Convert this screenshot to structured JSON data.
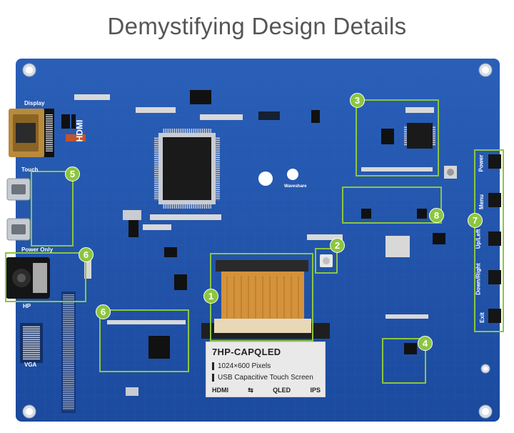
{
  "page": {
    "title": "Demystifying Design Details"
  },
  "board": {
    "port_labels": {
      "display": "Display",
      "touch": "Touch",
      "power_only": "Power Only",
      "hp": "HP",
      "vga": "VGA"
    },
    "silkscreen": {
      "hdmi_vertical": "HDMI",
      "brand": "Waveshare"
    },
    "buttons": [
      "Power",
      "Menu",
      "Up/Left",
      "Down/Right",
      "Exit"
    ],
    "callouts": [
      "1",
      "2",
      "3",
      "4",
      "5",
      "6",
      "6",
      "7",
      "8"
    ],
    "colors": {
      "pcb": "#1e4fa6",
      "callout": "#8cc63f",
      "fpc": "#d4923a"
    }
  },
  "sticker": {
    "model": "7HP-CAPQLED",
    "line1": "1024×600 Pixels",
    "line2": "USB Capacitive Touch Screen",
    "logo_hdmi": "HDMI",
    "logo_qled": "QLED",
    "logo_ips": "IPS"
  }
}
